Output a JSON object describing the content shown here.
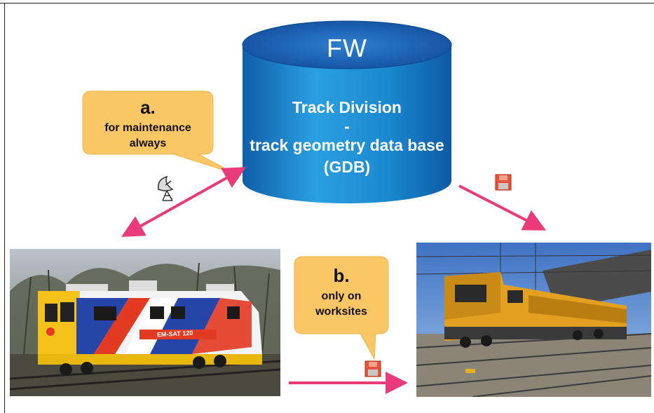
{
  "database": {
    "title": "FW",
    "line1": "Track Division",
    "line2": "-",
    "line3": "track geometry data base",
    "line4": "(GDB)"
  },
  "callout_a": {
    "letter": "a.",
    "line1": "for maintenance",
    "line2": "always"
  },
  "callout_b": {
    "letter": "b.",
    "line1": "only on",
    "line2": "worksites"
  },
  "train_left": {
    "label": "EM-SAT 120"
  },
  "icons": [
    "satellite-dish-icon",
    "floppy-disk-icon",
    "floppy-disk-icon"
  ],
  "colors": {
    "database_blue": "#1e86cc",
    "callout_fill": "#fbc766",
    "arrow_pink": "#e83b77"
  }
}
